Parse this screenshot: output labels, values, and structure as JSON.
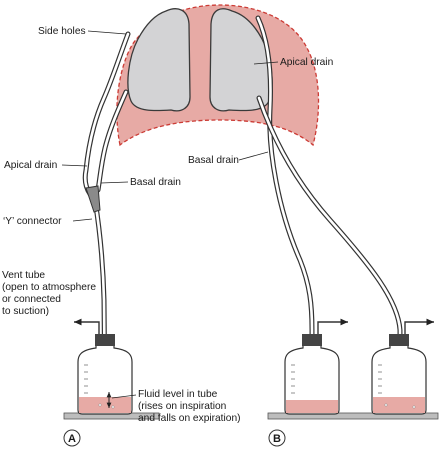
{
  "labels": {
    "side_holes": "Side holes",
    "apical_drain_right": "Apical drain",
    "apical_drain_left": "Apical drain",
    "basal_drain_left": "Basal drain",
    "basal_drain_right": "Basal drain",
    "y_connector": "‘Y’ connector",
    "vent_tube": [
      "Vent tube",
      "(open to atmosphere",
      "or connected",
      "to suction)"
    ],
    "fluid_level": [
      "Fluid level in tube",
      "(rises on inspiration",
      "and falls on expiration)"
    ]
  },
  "panels": {
    "a": "A",
    "b": "B"
  },
  "colors": {
    "chest": "#e7aaa5",
    "chest_outline": "#cc3b35",
    "lung_fill": "#d3d3d5",
    "lung_outline": "#3a3a3a",
    "fluid": "#e7aaa5",
    "tube": "#ffffff",
    "stroke": "#333333",
    "bench": "#bdbdbd"
  }
}
